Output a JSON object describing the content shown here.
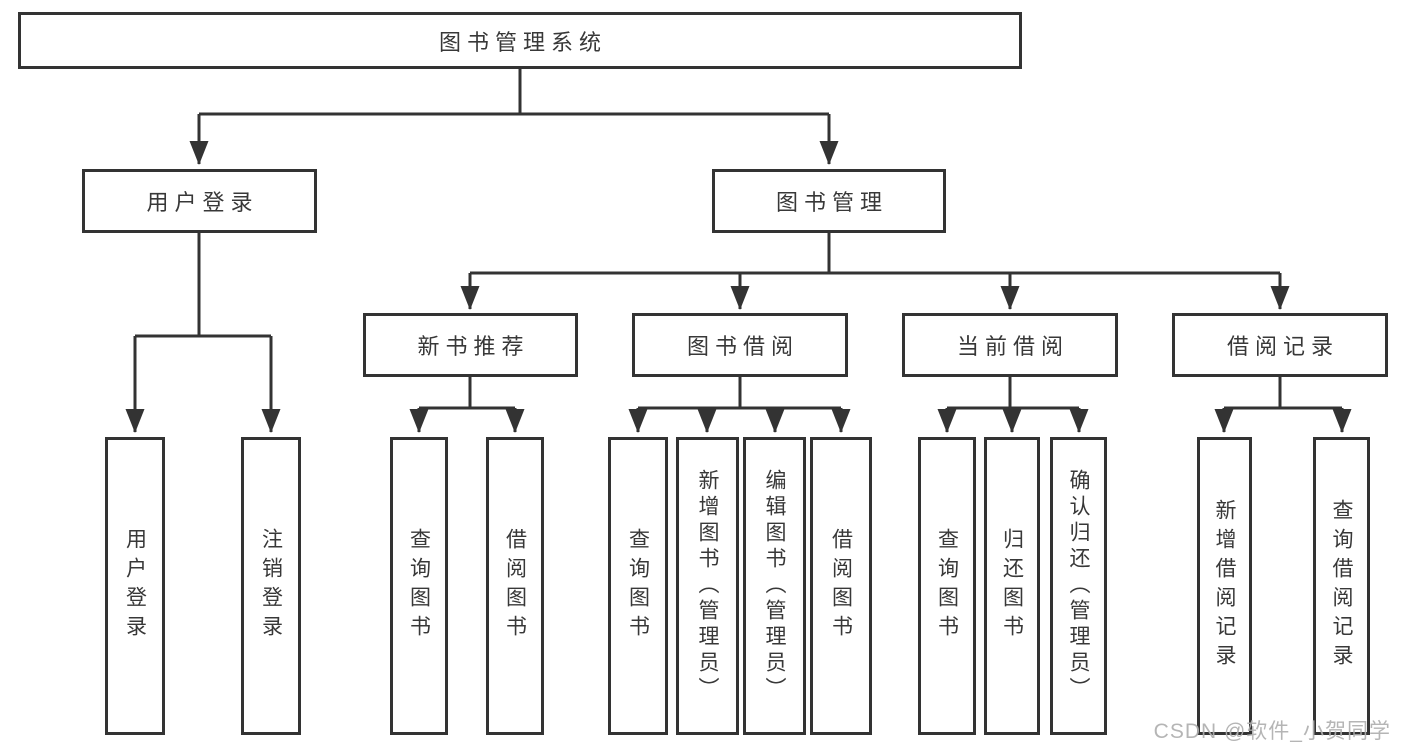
{
  "diagram": {
    "root": {
      "label": "图书管理系统"
    },
    "branches": [
      {
        "label": "用户登录",
        "children": [
          {
            "label": "用户登录"
          },
          {
            "label": "注销登录"
          }
        ]
      },
      {
        "label": "图书管理",
        "children": [
          {
            "label": "新书推荐",
            "children": [
              {
                "label": "查询图书"
              },
              {
                "label": "借阅图书"
              }
            ]
          },
          {
            "label": "图书借阅",
            "children": [
              {
                "label": "查询图书"
              },
              {
                "label": "新增图书（管理员）"
              },
              {
                "label": "编辑图书（管理员）"
              },
              {
                "label": "借阅图书"
              }
            ]
          },
          {
            "label": "当前借阅",
            "children": [
              {
                "label": "查询图书"
              },
              {
                "label": "归还图书"
              },
              {
                "label": "确认归还（管理员）"
              }
            ]
          },
          {
            "label": "借阅记录",
            "children": [
              {
                "label": "新增借阅记录"
              },
              {
                "label": "查询借阅记录"
              }
            ]
          }
        ]
      }
    ]
  },
  "watermark": {
    "text": "CSDN @软件_小贺同学"
  },
  "colors": {
    "line": "#333333",
    "box_border": "#333333",
    "text": "#383838",
    "background": "#ffffff",
    "watermark": "#afafaf"
  }
}
